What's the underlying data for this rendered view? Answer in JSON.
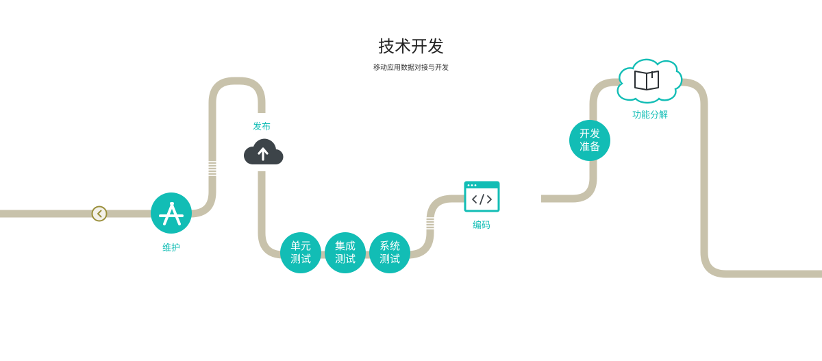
{
  "header": {
    "title": "技术开发",
    "subtitle": "移动应用数据对接与开发"
  },
  "colors": {
    "track": "#c8c2ab",
    "accent": "#12bdb5",
    "cloud_dark": "#3d4449",
    "back_button_border": "#9a8f3b"
  },
  "steps": {
    "maintain": {
      "label": "维护",
      "icon": "app-store-icon"
    },
    "release": {
      "label": "发布",
      "icon": "cloud-upload-icon"
    },
    "unit_test": {
      "line1": "单元",
      "line2": "测试"
    },
    "integration_test": {
      "line1": "集成",
      "line2": "测试"
    },
    "system_test": {
      "line1": "系统",
      "line2": "测试"
    },
    "coding": {
      "label": "编码",
      "icon": "code-window-icon",
      "code_glyph": "</>"
    },
    "dev_prep": {
      "line1": "开发",
      "line2": "准备"
    },
    "feature_analysis": {
      "label": "功能分解",
      "icon": "open-book-icon"
    }
  },
  "nav": {
    "back_icon": "chevron-left-icon",
    "back_glyph": "‹"
  }
}
